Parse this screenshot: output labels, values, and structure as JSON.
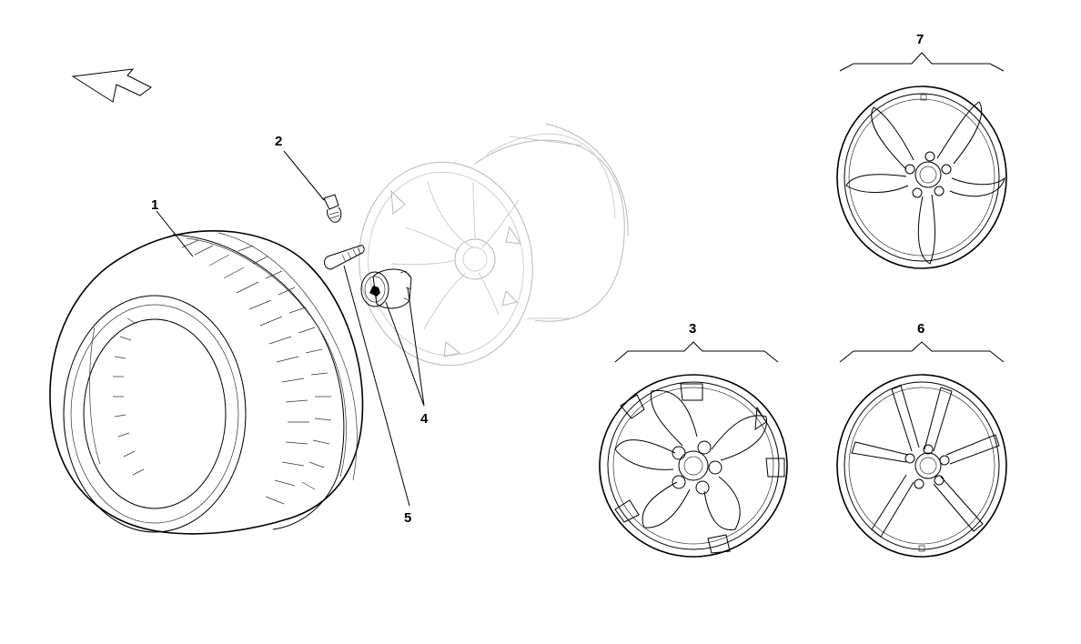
{
  "colors": {
    "line": "#000000",
    "ghost_line": "#b8b8b8",
    "background": "#ffffff"
  },
  "icons": {
    "direction_arrow": "direction-arrow-icon",
    "lamborghini_badge": "bull-emblem-icon"
  },
  "callouts": [
    {
      "id": "tyre",
      "label": "1"
    },
    {
      "id": "wheel-bolt",
      "label": "2"
    },
    {
      "id": "wheel-option-a",
      "label": "3"
    },
    {
      "id": "centre-cap",
      "label": "4"
    },
    {
      "id": "anti-theft-bolt",
      "label": "5"
    },
    {
      "id": "wheel-option-b",
      "label": "6"
    },
    {
      "id": "wheel-option-c",
      "label": "7"
    }
  ]
}
